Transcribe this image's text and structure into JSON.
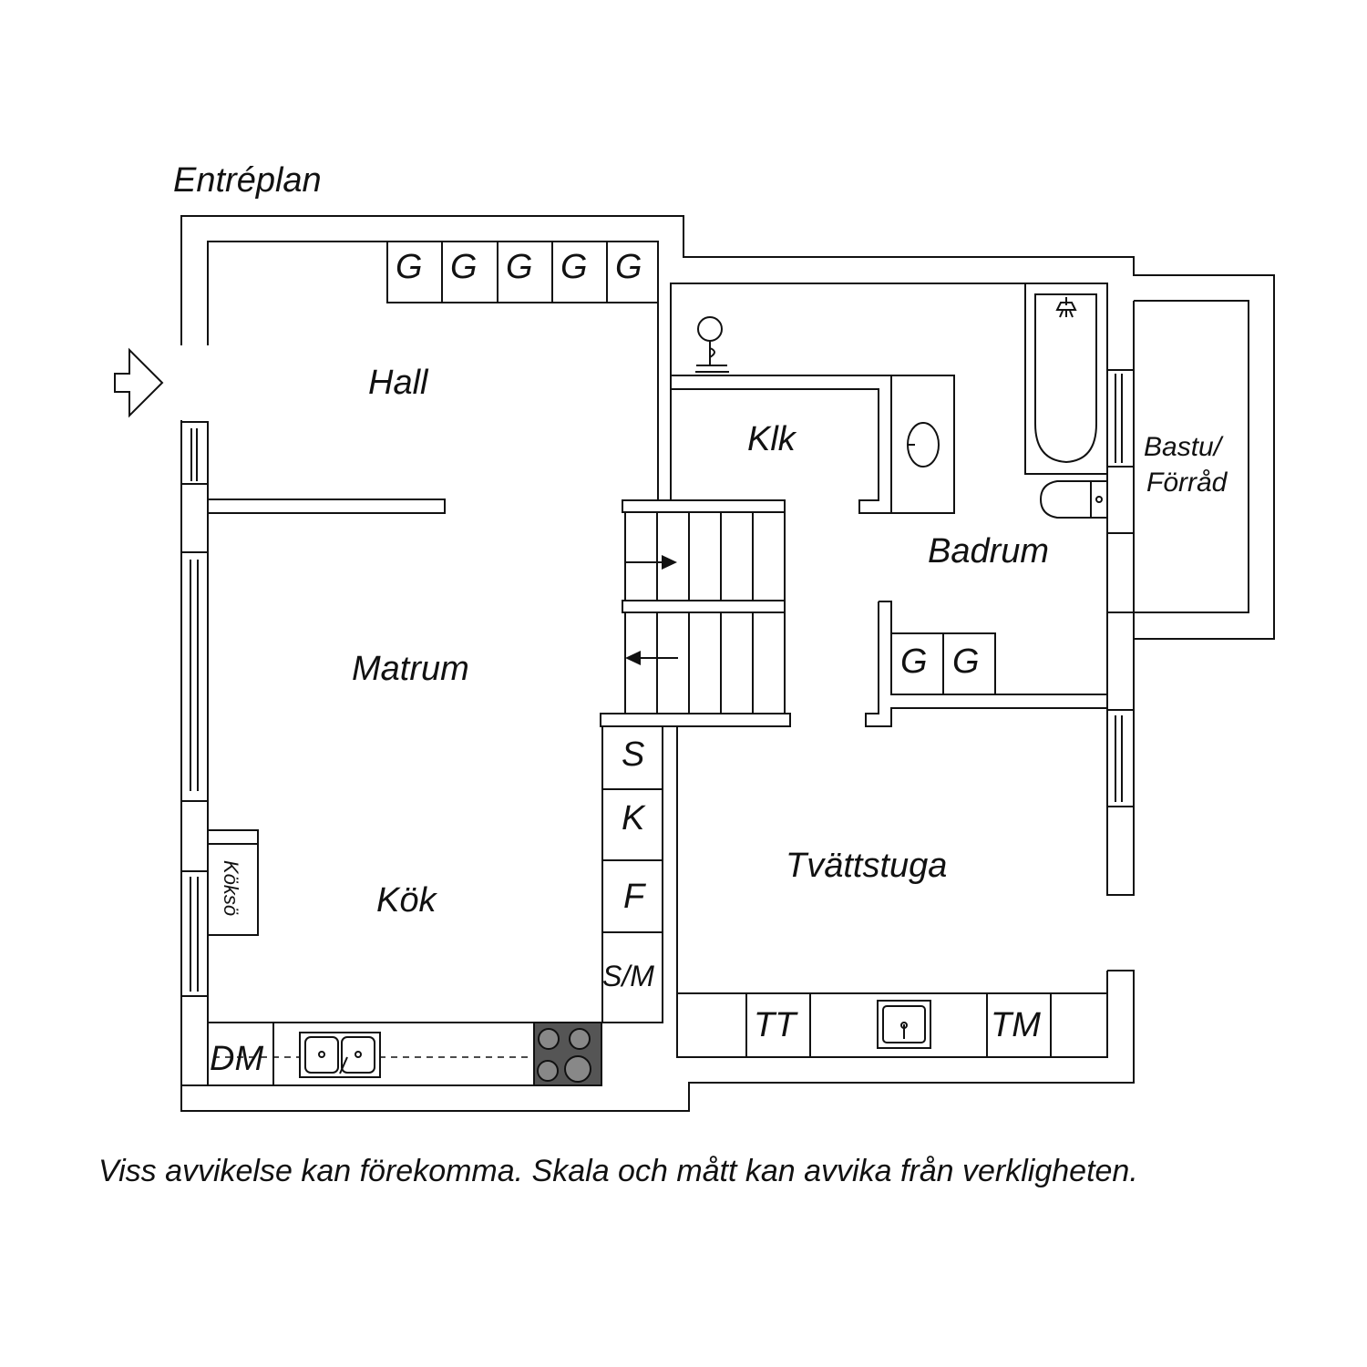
{
  "title": "Entréplan",
  "rooms": {
    "hall": "Hall",
    "klk": "Klk",
    "badrum": "Badrum",
    "bastu": "Bastu/",
    "forrad": "Förråd",
    "matrum": "Matrum",
    "kok": "Kök",
    "tvattstuga": "Tvättstuga",
    "kokso": "Köksö"
  },
  "closets_hall": [
    "G",
    "G",
    "G",
    "G",
    "G"
  ],
  "closets_bath": [
    "G",
    "G"
  ],
  "kitchen_units": [
    "S",
    "K",
    "F",
    "S/M"
  ],
  "kitchen_dm": "DM",
  "laundry_units": [
    "TT",
    "TM"
  ],
  "disclaimer": "Viss avvikelse kan förekomma. Skala och mått kan avvika från verkligheten.",
  "colors": {
    "line": "#111111",
    "stove": "#555555",
    "background": "#ffffff"
  }
}
